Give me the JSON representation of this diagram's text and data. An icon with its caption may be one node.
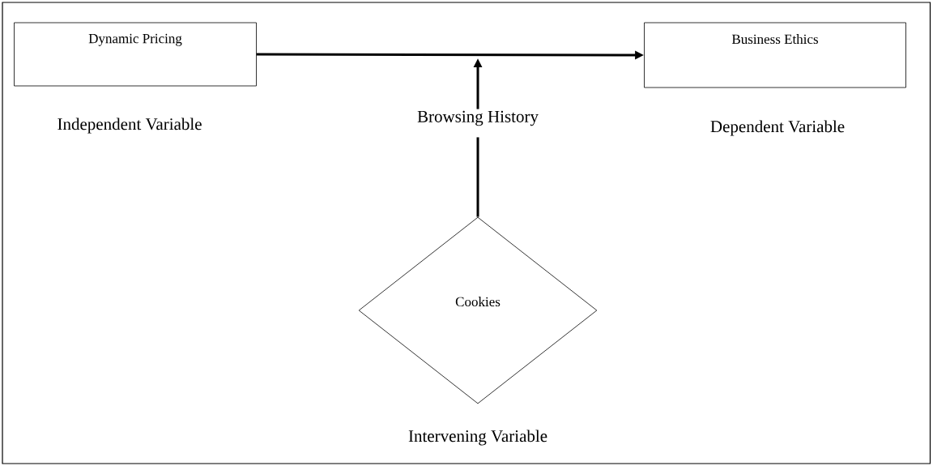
{
  "diagram": {
    "nodes": [
      {
        "text": [
          "Dynamic Pricing"
        ],
        "beside": [
          "Independent Variable"
        ]
      },
      {
        "text": [
          "Business Ethics"
        ],
        "beside": [
          "Dependent Variable"
        ]
      },
      {
        "text": [
          "Cookies"
        ],
        "beside": [
          "Intervening Variable"
        ]
      },
      {
        "text": [
          "Browsing History"
        ]
      }
    ],
    "edges": [
      {
        "from": 0,
        "to": 1,
        "arrow": "to"
      },
      {
        "from": 2,
        "to": 3,
        "arrow": "none"
      },
      {
        "from": 3,
        "to": null,
        "arrow": "to"
      }
    ]
  }
}
